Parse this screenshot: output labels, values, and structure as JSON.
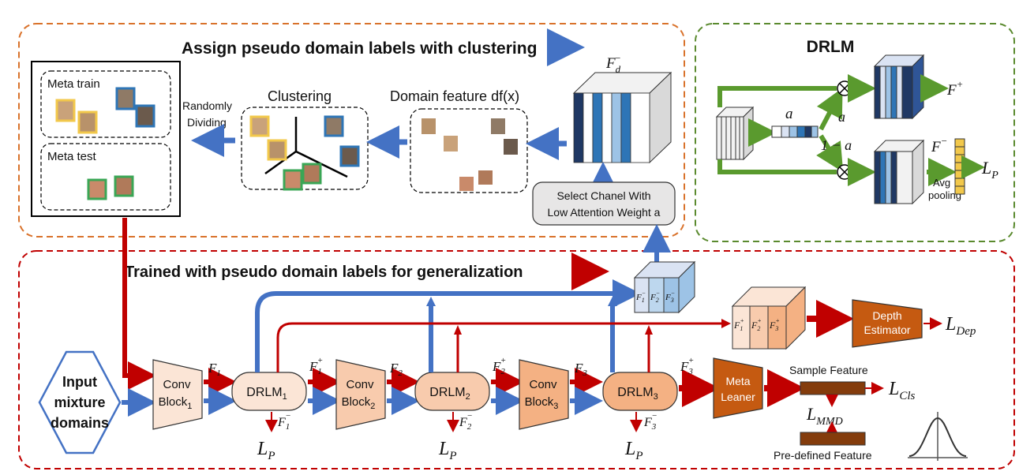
{
  "top_panel": {
    "title": "Assign pseudo domain labels with clustering",
    "meta_train": "Meta train",
    "meta_test": "Meta test",
    "randomly_dividing_1": "Randomly",
    "randomly_dividing_2": "Dividing",
    "clustering": "Clustering",
    "domain_feature": "Domain feature df(x)",
    "fd_label": "F",
    "fd_sub": "d",
    "fd_sup": "−",
    "select_1": "Select Chanel With",
    "select_2": "Low Attention Weight a"
  },
  "drlm_panel": {
    "title": "DRLM",
    "a": "a",
    "a2": "a",
    "one_minus_a": "1 − a",
    "f_plus": "F",
    "f_plus_sup": "+",
    "f_minus": "F",
    "f_minus_sup": "−",
    "avg": "Avg",
    "pooling": "pooling",
    "lp": "L",
    "lp_sub": "P"
  },
  "bottom_panel": {
    "title": "Trained with pseudo domain labels for generalization",
    "input_1": "Input",
    "input_2": "mixture",
    "input_3": "domains",
    "conv_1": "Conv",
    "block_1": "Block",
    "drlm": "DRLM",
    "sub_1": "1",
    "sub_2": "2",
    "sub_3": "3",
    "f": "F",
    "plus": "+",
    "minus": "−",
    "meta_1": "Meta",
    "meta_2": "Leaner",
    "depth_1": "Depth",
    "depth_2": "Estimator",
    "l_dep": "L",
    "l_dep_sub": "Dep",
    "l_cls": "L",
    "l_cls_sub": "Cls",
    "l_mmd": "L",
    "l_mmd_sub": "MMD",
    "lp": "L",
    "lp_sub": "P",
    "sample_feature": "Sample Feature",
    "predefined_feature": "Pre-defined Feature"
  },
  "colors": {
    "orange_border": "#d9722b",
    "green_border": "#5a8a2e",
    "red_border": "#c00000",
    "blue_arrow": "#4472c4",
    "red_arrow": "#c00000",
    "green_arrow": "#5a9a2e",
    "dark_orange": "#c55a11",
    "brown": "#843c0c"
  }
}
